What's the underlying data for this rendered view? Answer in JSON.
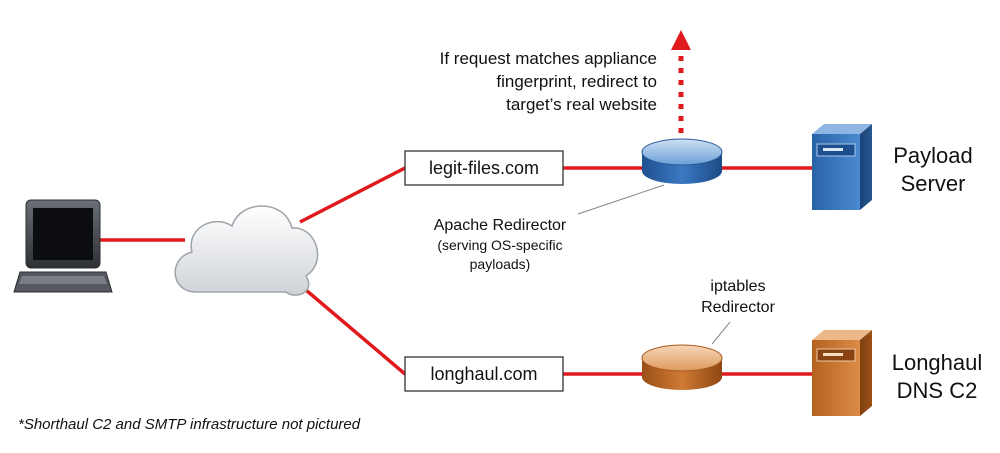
{
  "domains": {
    "top": "legit-files.com",
    "bottom": "longhaul.com"
  },
  "annotation_top": {
    "line1": "If request matches appliance",
    "line2": "fingerprint, redirect to",
    "line3": "target’s real website"
  },
  "apache_redirector": {
    "title": "Apache Redirector",
    "line2": "(serving OS-specific",
    "line3": "payloads)"
  },
  "iptables_redirector": {
    "line1": "iptables",
    "line2": "Redirector"
  },
  "payload_server": {
    "line1": "Payload",
    "line2": "Server"
  },
  "dns_server": {
    "line1": "Longhaul",
    "line2": "DNS C2"
  },
  "footnote": "*Shorthaul C2 and SMTP infrastructure not pictured",
  "colors": {
    "link": "#e0191c",
    "blue_device": "#2f6fb8",
    "orange_device": "#c8702a"
  },
  "icons": [
    "laptop-icon",
    "cloud-icon",
    "router-icon",
    "server-icon"
  ]
}
